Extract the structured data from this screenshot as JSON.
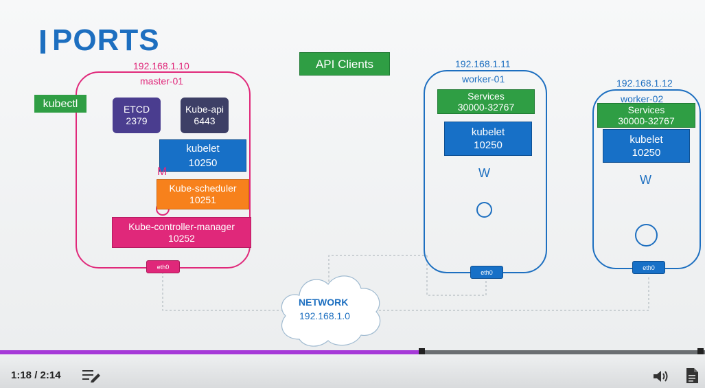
{
  "slide": {
    "title": "PORTS",
    "api_clients": "API Clients",
    "master": {
      "ip": "192.168.1.10",
      "name": "master-01",
      "kubectl": "kubectl",
      "etcd": {
        "name": "ETCD",
        "port": "2379"
      },
      "kube_api": {
        "name": "Kube-api",
        "port": "6443"
      },
      "kubelet": {
        "name": "kubelet",
        "port": "10250"
      },
      "m_label": "M",
      "scheduler": {
        "name": "Kube-scheduler",
        "port": "10251"
      },
      "controller": {
        "name": "Kube-controller-manager",
        "port": "10252"
      },
      "eth": "eth0"
    },
    "worker1": {
      "ip": "192.168.1.11",
      "name": "worker-01",
      "services": {
        "name": "Services",
        "port": "30000-32767"
      },
      "kubelet": {
        "name": "kubelet",
        "port": "10250"
      },
      "w_label": "W",
      "eth": "eth0"
    },
    "worker2": {
      "ip": "192.168.1.12",
      "name": "worker-02",
      "services": {
        "name": "Services",
        "port": "30000-32767"
      },
      "kubelet": {
        "name": "kubelet",
        "port": "10250"
      },
      "w_label": "W",
      "eth": "eth0"
    },
    "network": {
      "name": "NETWORK",
      "cidr": "192.168.1.0"
    }
  },
  "player": {
    "time": "1:18 / 2:14",
    "progress_fraction": 0.6,
    "icons": {
      "transcript": "transcript-icon",
      "volume": "volume-icon",
      "notes": "notes-icon"
    }
  },
  "colors": {
    "blue": "#1d6fc0",
    "green": "#2f9e44",
    "pink": "#e0287a",
    "orange": "#f7811c",
    "purple": "#4a3d8f",
    "progress": "#a63ad8"
  }
}
